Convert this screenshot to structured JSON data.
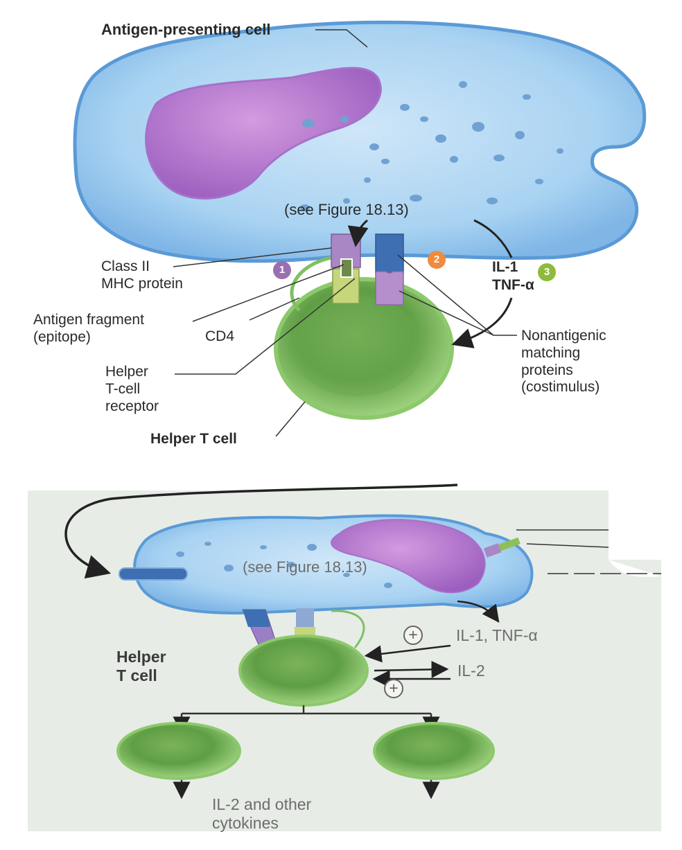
{
  "top_panel": {
    "apc_label": "Antigen-presenting cell",
    "figure_ref": "(see Figure 18.13)",
    "class2_label": "Class II\nMHC protein",
    "antigen_label": "Antigen fragment\n(epitope)",
    "cd4_label": "CD4",
    "tcr_label": "Helper\nT-cell\nreceptor",
    "helper_label": "Helper T cell",
    "nonantigenic_label": "Nonantigenic\nmatching\nproteins\n(costimulus)",
    "il1_label": "IL-1",
    "tnf_label": "TNF-α",
    "steps": [
      {
        "label": "1",
        "color": "#9a6fb0"
      },
      {
        "label": "2",
        "color": "#f08a3c"
      },
      {
        "label": "3",
        "color": "#8fba3c"
      }
    ]
  },
  "bottom_panel": {
    "figure_ref": "(see Figure 18.13)",
    "il1_tnf_label": "IL-1, TNF-α",
    "il2_label": "IL-2",
    "helper_label": "Helper\nT cell",
    "plus_symbol": "+",
    "cytokines_label": "IL-2 and other\ncytokines"
  },
  "colors": {
    "apc_body": "#a9d3f2",
    "apc_outline": "#5a9ad6",
    "nucleus": "#b07ad0",
    "t_cell": "#7fc062",
    "mhc": "#a987c4",
    "tcr": "#c6d67a",
    "costim_blue": "#3f6fb3",
    "panel_bg": "#e7ece6"
  }
}
